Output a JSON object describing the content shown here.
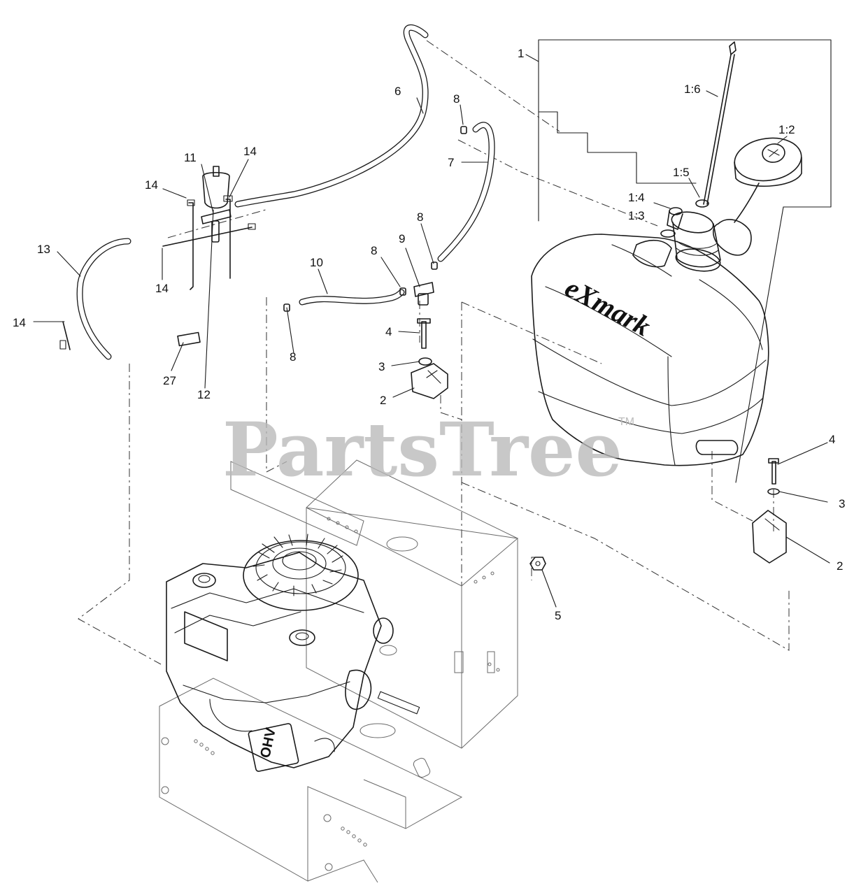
{
  "diagram": {
    "brand_label": "eXmark",
    "engine_badge": "OHV",
    "watermark": "PartsTree",
    "watermark_mark": "TM"
  },
  "callouts": [
    {
      "id": "c-1",
      "text": "1"
    },
    {
      "id": "c-1-6",
      "text": "1:6"
    },
    {
      "id": "c-1-2",
      "text": "1:2"
    },
    {
      "id": "c-1-5",
      "text": "1:5"
    },
    {
      "id": "c-1-4",
      "text": "1:4"
    },
    {
      "id": "c-1-3",
      "text": "1:3"
    },
    {
      "id": "c-6",
      "text": "6"
    },
    {
      "id": "c-8a",
      "text": "8"
    },
    {
      "id": "c-7",
      "text": "7"
    },
    {
      "id": "c-8b",
      "text": "8"
    },
    {
      "id": "c-9",
      "text": "9"
    },
    {
      "id": "c-8c",
      "text": "8"
    },
    {
      "id": "c-10",
      "text": "10"
    },
    {
      "id": "c-8d",
      "text": "8"
    },
    {
      "id": "c-11",
      "text": "11"
    },
    {
      "id": "c-14a",
      "text": "14"
    },
    {
      "id": "c-14b",
      "text": "14"
    },
    {
      "id": "c-14c",
      "text": "14"
    },
    {
      "id": "c-14d",
      "text": "14"
    },
    {
      "id": "c-13",
      "text": "13"
    },
    {
      "id": "c-27",
      "text": "27"
    },
    {
      "id": "c-12",
      "text": "12"
    },
    {
      "id": "c-4a",
      "text": "4"
    },
    {
      "id": "c-3a",
      "text": "3"
    },
    {
      "id": "c-2a",
      "text": "2"
    },
    {
      "id": "c-4b",
      "text": "4"
    },
    {
      "id": "c-3b",
      "text": "3"
    },
    {
      "id": "c-2b",
      "text": "2"
    },
    {
      "id": "c-5",
      "text": "5"
    }
  ]
}
